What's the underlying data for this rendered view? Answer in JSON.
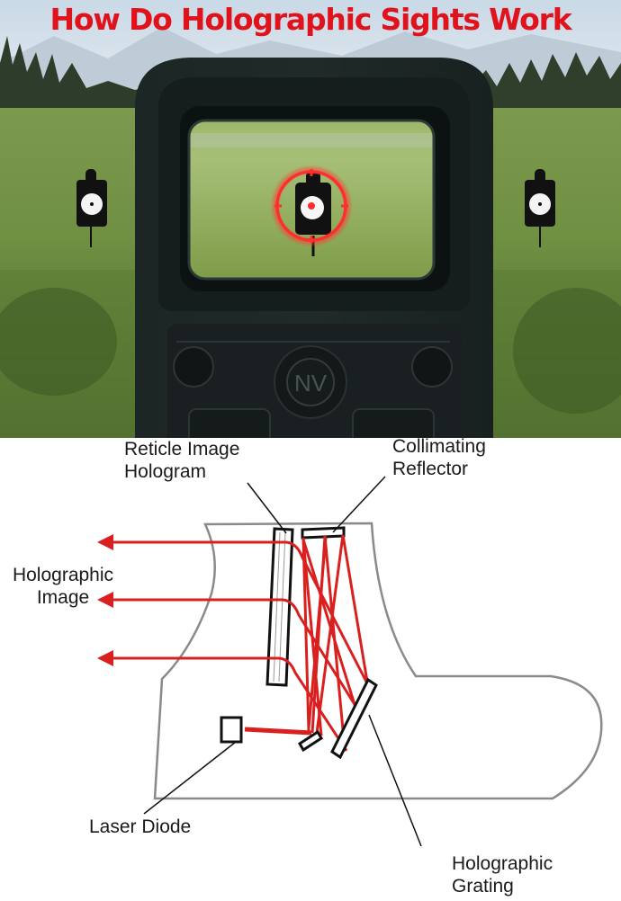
{
  "title": "How Do Holographic Sights Work",
  "photo": {
    "description": "View through a holographic weapon sight at a target in a grassy field",
    "device_button_label": "NV",
    "reticle_color": "#e8262b",
    "targets": [
      "left-silhouette-target",
      "center-silhouette-target",
      "right-silhouette-target"
    ]
  },
  "diagram": {
    "beam_color": "#d9201f",
    "housing_color": "#8a8a8a",
    "labels": {
      "reticle_image_hologram": {
        "line1": "Reticle Image",
        "line2": "Hologram"
      },
      "collimating_reflector": {
        "line1": "Collimating",
        "line2": "Reflector"
      },
      "holographic_image": {
        "line1": "Holographic",
        "line2": "Image"
      },
      "laser_diode": {
        "line1": "Laser Diode"
      },
      "holographic_grating": {
        "line1": "Holographic",
        "line2": "Grating"
      }
    }
  }
}
